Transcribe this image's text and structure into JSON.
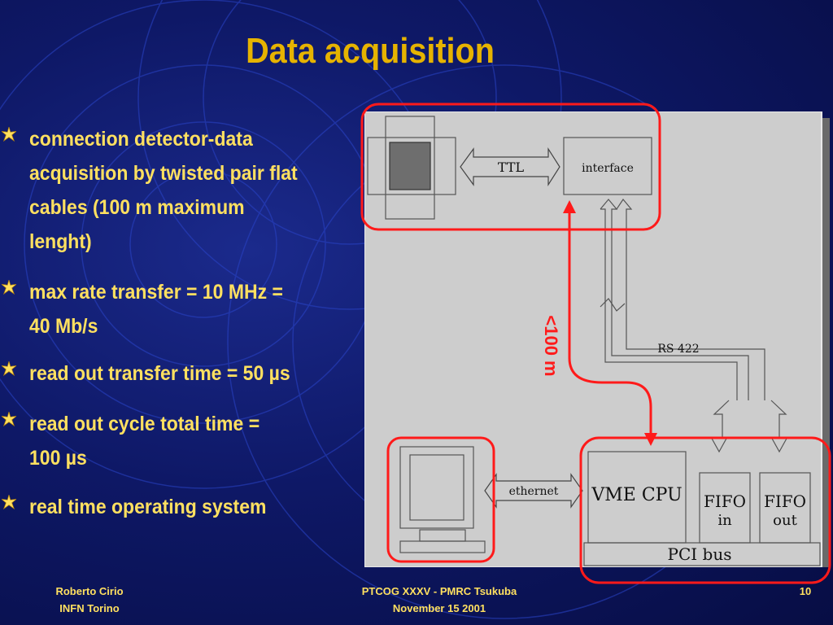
{
  "title": "Data acquisition",
  "bullets": [
    {
      "lines": [
        "connection detector-data",
        "acquisition by twisted pair flat",
        "cables (100 m maximum",
        "lenght)"
      ]
    },
    {
      "lines": [
        "max rate transfer = 10 MHz =",
        "40 Mb/s"
      ]
    },
    {
      "lines": [
        "read out transfer time = 50 µs"
      ]
    },
    {
      "lines": [
        "read out cycle total time =",
        "100 µs"
      ]
    },
    {
      "lines": [
        "real time operating system"
      ]
    }
  ],
  "diagram": {
    "ttl": "TTL",
    "interface": "interface",
    "rs422": "RS 422",
    "ethernet": "ethernet",
    "vme_cpu": "VME CPU",
    "fifo_in": [
      "FIFO",
      "in"
    ],
    "fifo_out": [
      "FIFO",
      "out"
    ],
    "pci_bus": "PCI bus",
    "distance": "<100 m",
    "highlight_color": "#ff1a1a"
  },
  "footer": {
    "author": "Roberto Cirio",
    "institute": "INFN Torino",
    "conference": "PTCOG XXXV - PMRC Tsukuba",
    "date": "November 15 2001",
    "page": "10"
  }
}
